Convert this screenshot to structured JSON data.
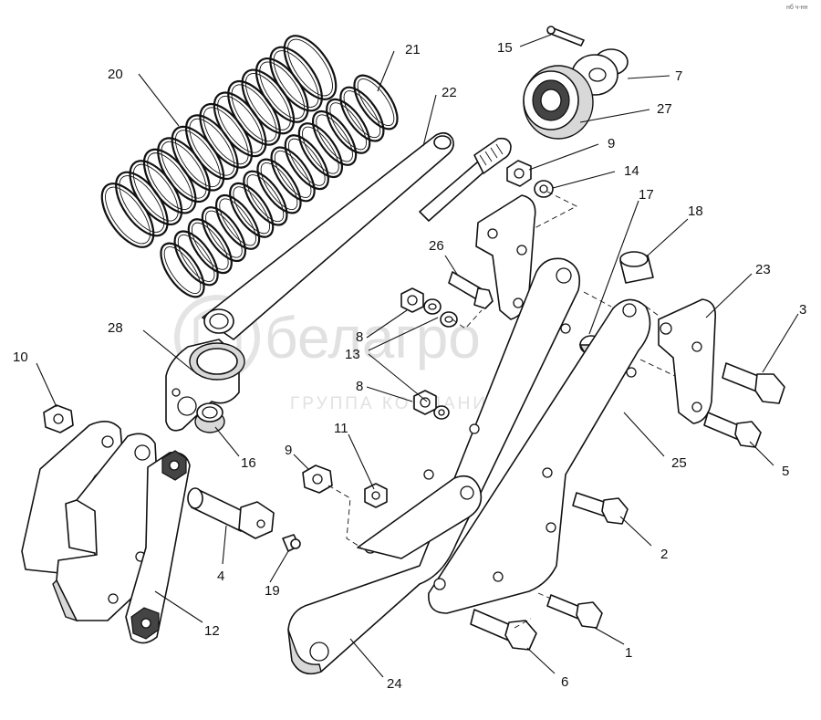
{
  "drawing": {
    "corner_mark": "нб ч-нн",
    "callouts": [
      "1",
      "2",
      "3",
      "4",
      "5",
      "6",
      "7",
      "8",
      "8",
      "9",
      "9",
      "10",
      "11",
      "12",
      "13",
      "14",
      "15",
      "16",
      "17",
      "18",
      "19",
      "20",
      "21",
      "22",
      "23",
      "24",
      "25",
      "26",
      "27",
      "28"
    ]
  },
  "watermark": {
    "brand": "белагро",
    "tagline": "ГРУППА КОМПАНИЙ"
  }
}
